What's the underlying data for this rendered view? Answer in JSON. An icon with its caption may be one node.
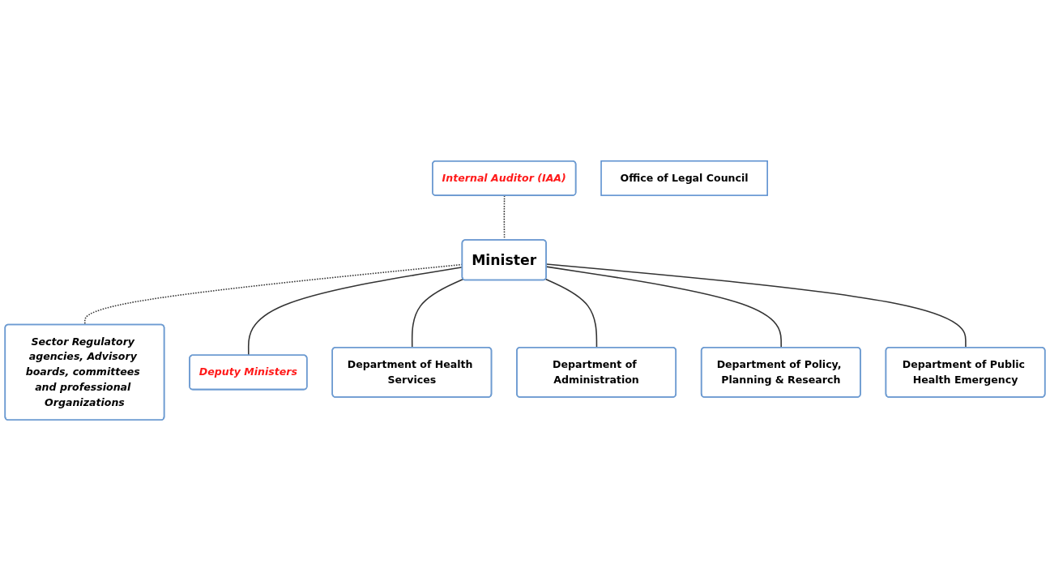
{
  "diagram": {
    "nodes": [
      {
        "text": [
          "Internal Auditor (IAA)"
        ]
      },
      {
        "text": [
          "Minister"
        ]
      },
      {
        "text": [
          "Sector Regulatory agencies, Advisory boards, committees and professional Organizations"
        ]
      },
      {
        "text": [
          "Deputy Ministers"
        ]
      },
      {
        "text": [
          "Office of Legal Council"
        ]
      },
      {
        "text": [
          "Department of Health Services"
        ]
      },
      {
        "text": [
          "Department of Administration"
        ]
      },
      {
        "text": [
          "Department of Policy, Planning & Research"
        ]
      },
      {
        "text": [
          "Department of Public Health Emergency"
        ]
      }
    ],
    "edges": [
      {
        "from": 0,
        "to": 1,
        "arrow": "none",
        "style": "dashed"
      },
      {
        "from": 1,
        "to": 2,
        "arrow": "none",
        "style": "dashed"
      },
      {
        "from": 1,
        "to": 3,
        "arrow": "none"
      },
      {
        "from": 1,
        "to": 5,
        "arrow": "none"
      },
      {
        "from": 1,
        "to": 6,
        "arrow": "none"
      },
      {
        "from": 1,
        "to": 7,
        "arrow": "none"
      },
      {
        "from": 1,
        "to": 8,
        "arrow": "none"
      }
    ]
  }
}
